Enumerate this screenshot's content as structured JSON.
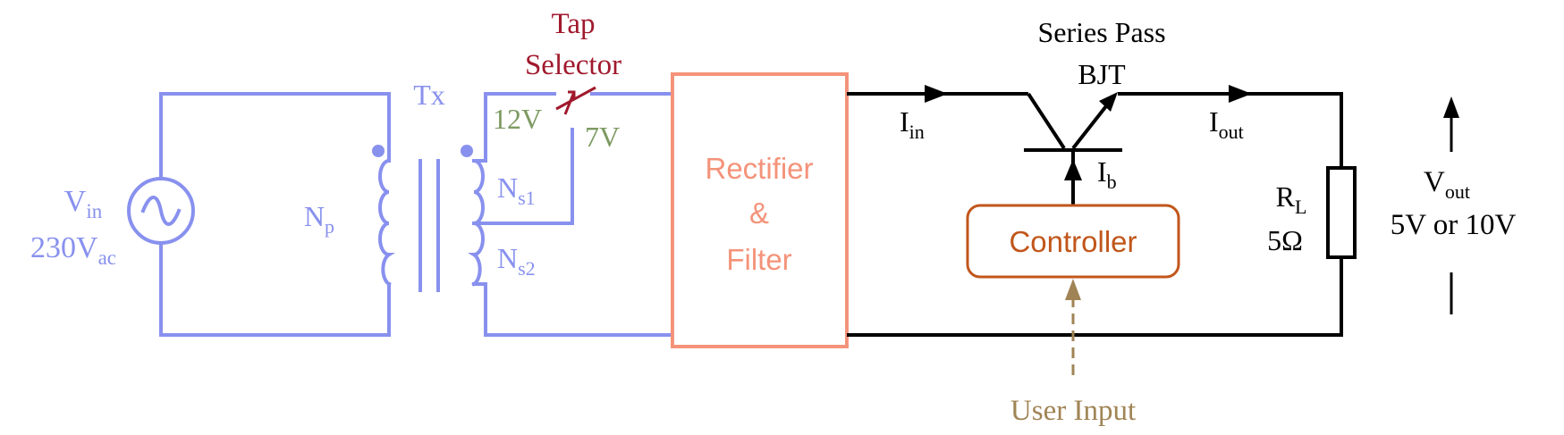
{
  "colors": {
    "primary_side": "#8891ee",
    "tap_label": "#a0192d",
    "tap_voltage": "#7d9a62",
    "rectifier": "#f4937a",
    "controller": "#c1561b",
    "user_input": "#a08455",
    "output_side": "#000000"
  },
  "source": {
    "name_main": "V",
    "name_sub": "in",
    "value_main": "230V",
    "value_sub": "ac"
  },
  "transformer": {
    "label": "Tx",
    "primary_main": "N",
    "primary_sub": "p",
    "sec1_main": "N",
    "sec1_sub": "s1",
    "sec2_main": "N",
    "sec2_sub": "s2"
  },
  "tap_selector": {
    "line1": "Tap",
    "line2": "Selector",
    "tap_high": "12V",
    "tap_low": "7V"
  },
  "rectifier": {
    "line1": "Rectifier",
    "line2": "&",
    "line3": "Filter"
  },
  "bjt": {
    "line1": "Series Pass",
    "line2": "BJT"
  },
  "currents": {
    "in_main": "I",
    "in_sub": "in",
    "out_main": "I",
    "out_sub": "out",
    "base_main": "I",
    "base_sub": "b"
  },
  "controller": {
    "label": "Controller"
  },
  "user_input": {
    "label": "User Input"
  },
  "load": {
    "name_main": "R",
    "name_sub": "L",
    "value": "5Ω"
  },
  "output": {
    "name_main": "V",
    "name_sub": "out",
    "value": "5V or 10V"
  }
}
